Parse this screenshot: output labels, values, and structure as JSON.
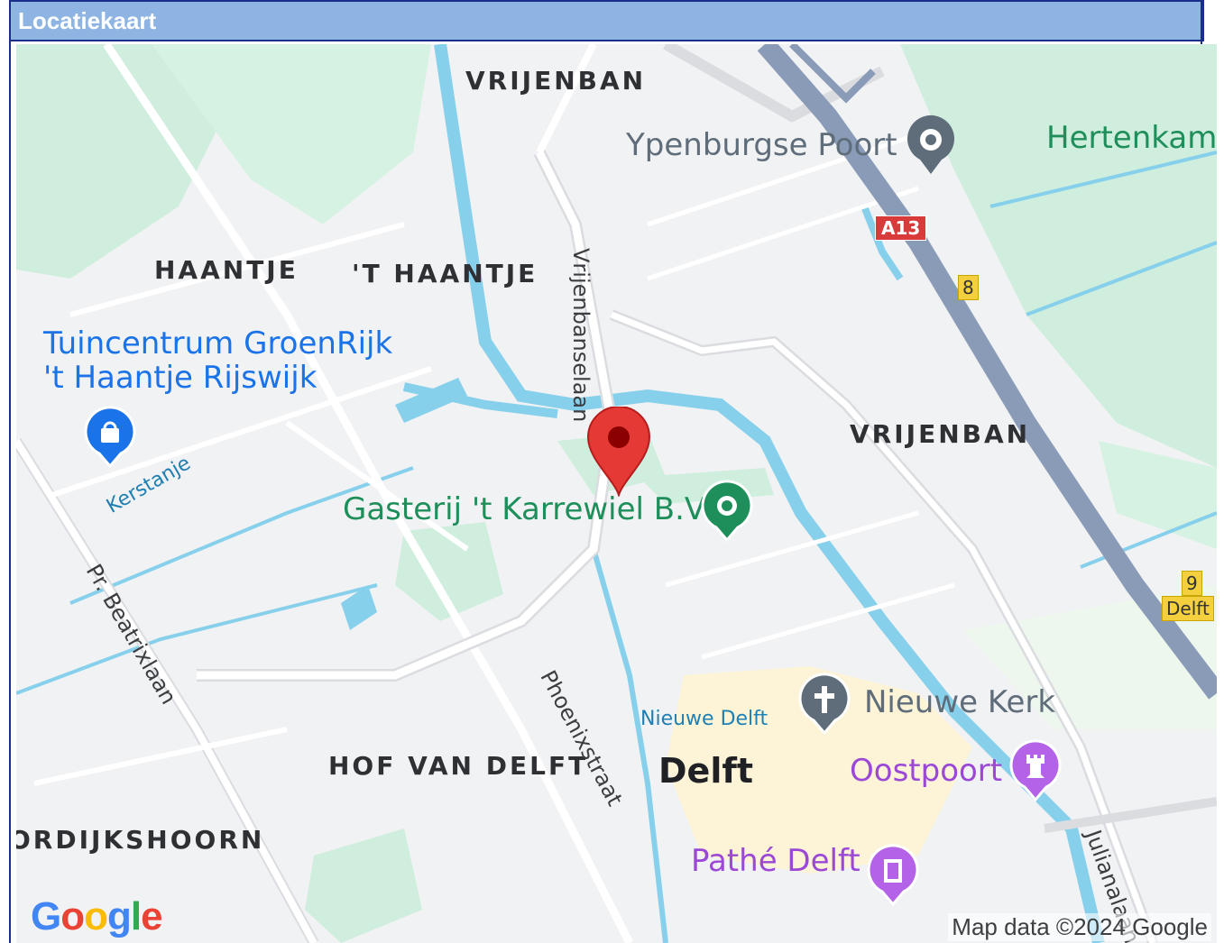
{
  "header": {
    "title": "Locatiekaart"
  },
  "map": {
    "districts": [
      "VRIJENBAN",
      "HAANTJE",
      "'T HAANTJE",
      "VRIJENBAN",
      "HOF VAN DELFT",
      "ORDIJKSHOORN"
    ],
    "pois": [
      {
        "name": "Ypenburgse Poort",
        "icon": "location-ring-icon",
        "color": "#5f6d7a"
      },
      {
        "name": "Hertenkamp",
        "icon": "",
        "color": "#1e8e5a"
      },
      {
        "name": "Tuincentrum GroenRijk",
        "name2": "'t Haantje Rijswijk",
        "icon": "shopping-bag-icon",
        "color": "#1a73e8"
      },
      {
        "name": "Gasterij 't Karrewiel B.V",
        "icon": "location-ring-icon",
        "color": "#1e8e5a"
      },
      {
        "name": "Nieuwe Kerk",
        "icon": "cross-icon",
        "color": "#5f6d7a"
      },
      {
        "name": "Oostpoort",
        "icon": "castle-icon",
        "color": "#9b48d6"
      },
      {
        "name": "Pathé Delft",
        "icon": "film-icon",
        "color": "#9b48d6"
      }
    ],
    "streets": [
      "Vrijenbanselaan",
      "Kerstanje",
      "Pr. Beatrixlaan",
      "Phoenixstraat",
      "Julianalaan"
    ],
    "water_label": "Nieuwe Delft",
    "city": "Delft",
    "shields": [
      {
        "text": "A13",
        "color": "#d93a3a"
      },
      {
        "text": "8",
        "color": "#f4d03f"
      },
      {
        "text": "9",
        "color": "#f4d03f"
      },
      {
        "text": "Delft",
        "color": "#f4d03f"
      }
    ],
    "marker": {
      "icon": "map-pin-icon",
      "color": "#e53935"
    },
    "logo": "Google",
    "copyright": "Map data ©2024 Google"
  }
}
